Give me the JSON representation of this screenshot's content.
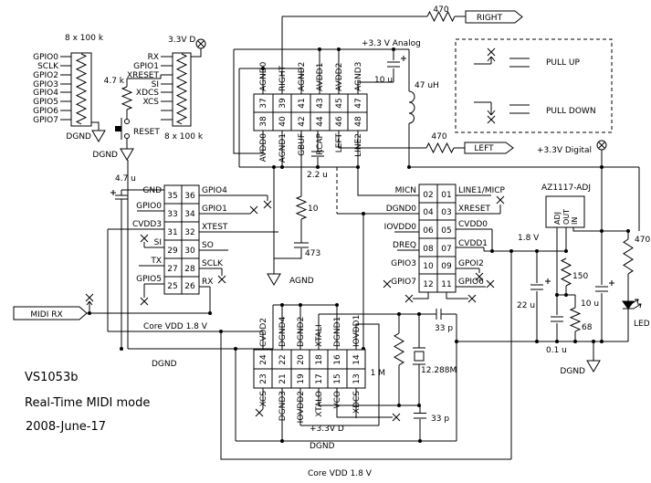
{
  "titles": {
    "part": "VS1053b",
    "mode": "Real-Time MIDI mode",
    "date": "2008-June-17"
  },
  "flags": {
    "right": "RIGHT",
    "left": "LEFT",
    "midi_rx": "MIDI RX"
  },
  "legend": {
    "pull_up": "PULL UP",
    "pull_down": "PULL DOWN"
  },
  "power": {
    "v33d_top": "3.3V D",
    "analog": "+3.3 V Analog",
    "digital": "+3.3V Digital",
    "v18": "1.8 V",
    "v33d_bottom": "+3.3V D",
    "core_vdd_wire": "Core VDD 1.8 V",
    "core_vdd_bottom": "Core VDD 1.8 V"
  },
  "grounds": {
    "dgnd_array": "DGND",
    "dgnd_reset": "DGND",
    "dgnd_mid": "DGND",
    "dgnd_bottom": "DGND",
    "dgnd_led": "DGND",
    "agnd": "AGND"
  },
  "components": {
    "array1": "8 x 100 k",
    "array2": "8 x 100 k",
    "r_pullup": "4.7 k",
    "reset_btn": "RESET",
    "c_core": "4.7 u",
    "r_right": "470",
    "r_left": "470",
    "r_led": "470",
    "c_analog": "10 u",
    "l_filter": "47 uH",
    "c_rcap": "2.2 u",
    "r_gbuf": "10",
    "c_gbuf": "473",
    "regulator": "AZ1117-ADJ",
    "reg_pin_adj": "ADJ",
    "reg_pin_out": "OUT",
    "reg_pin_in": "IN",
    "c_out": "22 u",
    "r_fb_top": "150",
    "r_fb_bottom": "68",
    "c_adj": "0.1 u",
    "c_in": "10 u",
    "led": "LED",
    "r_xtal": "1 M",
    "crystal": "12.288M",
    "c_xtal_top": "33 p",
    "c_xtal_bottom": "33 p"
  },
  "array1_signals": [
    "GPIO0",
    "SCLK",
    "GPIO2",
    "GPIO3",
    "GPIO4",
    "GPIO5",
    "GPIO6",
    "GPIO7"
  ],
  "array2_signals": [
    "RX",
    "GPIO1",
    "XRESET",
    "SI",
    "XDCS",
    "XCS"
  ],
  "chips": {
    "conn48": {
      "top": [
        {
          "n": "37",
          "label": "AGND0"
        },
        {
          "n": "39",
          "label": "RIGHT"
        },
        {
          "n": "41",
          "label": "AGND2"
        },
        {
          "n": "43",
          "label": "AVDD1"
        },
        {
          "n": "45",
          "label": "AVDD2"
        },
        {
          "n": "47",
          "label": "AGND3"
        }
      ],
      "bottom": [
        {
          "n": "38",
          "label": "AVDD0"
        },
        {
          "n": "40",
          "label": "AGND1"
        },
        {
          "n": "42",
          "label": "GBUF"
        },
        {
          "n": "44",
          "label": "RCAP"
        },
        {
          "n": "46",
          "label": "LEFT"
        },
        {
          "n": "48",
          "label": "LINE2"
        }
      ]
    },
    "chip2536": {
      "left": [
        {
          "n": "35",
          "label": "GND"
        },
        {
          "n": "33",
          "label": "GPIO0"
        },
        {
          "n": "31",
          "label": "CVDD3"
        },
        {
          "n": "29",
          "label": "SI"
        },
        {
          "n": "27",
          "label": "TX"
        },
        {
          "n": "25",
          "label": "GPIO5"
        }
      ],
      "right": [
        {
          "n": "36",
          "label": "GPIO4"
        },
        {
          "n": "34",
          "label": "GPIO1"
        },
        {
          "n": "32",
          "label": "XTEST"
        },
        {
          "n": "30",
          "label": "SO"
        },
        {
          "n": "28",
          "label": "SCLK"
        },
        {
          "n": "26",
          "label": "RX"
        }
      ]
    },
    "chip0112": {
      "left": [
        {
          "n": "02",
          "label": "MICN"
        },
        {
          "n": "04",
          "label": "DGND0"
        },
        {
          "n": "06",
          "label": "IOVDD0"
        },
        {
          "n": "08",
          "label": "DREQ"
        },
        {
          "n": "10",
          "label": "GPIO3"
        },
        {
          "n": "12",
          "label": "GPIO7"
        }
      ],
      "right": [
        {
          "n": "01",
          "label": "LINE1/MICP"
        },
        {
          "n": "03",
          "label": "XRESET"
        },
        {
          "n": "05",
          "label": "CVDD0"
        },
        {
          "n": "07",
          "label": "CVDD1"
        },
        {
          "n": "09",
          "label": "GPOI2"
        },
        {
          "n": "11",
          "label": "GPIO6"
        }
      ]
    },
    "chip1324": {
      "top": [
        {
          "n": "24",
          "label": "CVDD2"
        },
        {
          "n": "22",
          "label": "DGND4"
        },
        {
          "n": "20",
          "label": "DGND2"
        },
        {
          "n": "18",
          "label": "XTALI"
        },
        {
          "n": "16",
          "label": "DGND1"
        },
        {
          "n": "14",
          "label": "IOVDD1"
        }
      ],
      "bottom": [
        {
          "n": "23",
          "label": "XCS"
        },
        {
          "n": "21",
          "label": "DGND3"
        },
        {
          "n": "19",
          "label": "IOVDD2"
        },
        {
          "n": "17",
          "label": "XTALO"
        },
        {
          "n": "15",
          "label": "VCO"
        },
        {
          "n": "13",
          "label": "XDCS"
        }
      ]
    }
  }
}
